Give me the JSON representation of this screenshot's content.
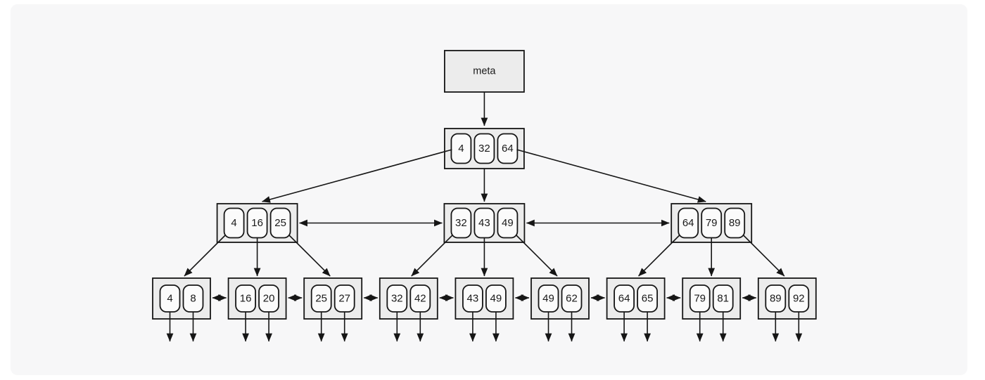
{
  "diagram": {
    "type": "b-plus-tree",
    "meta_label": "meta",
    "root": {
      "keys": [
        "4",
        "32",
        "64"
      ]
    },
    "internal_nodes": [
      {
        "keys": [
          "4",
          "16",
          "25"
        ]
      },
      {
        "keys": [
          "32",
          "43",
          "49"
        ]
      },
      {
        "keys": [
          "64",
          "79",
          "89"
        ]
      }
    ],
    "leaf_nodes": [
      {
        "keys": [
          "4",
          "8"
        ]
      },
      {
        "keys": [
          "16",
          "20"
        ]
      },
      {
        "keys": [
          "25",
          "27"
        ]
      },
      {
        "keys": [
          "32",
          "42"
        ]
      },
      {
        "keys": [
          "43",
          "49"
        ]
      },
      {
        "keys": [
          "49",
          "62"
        ]
      },
      {
        "keys": [
          "64",
          "65"
        ]
      },
      {
        "keys": [
          "79",
          "81"
        ]
      },
      {
        "keys": [
          "89",
          "92"
        ]
      }
    ],
    "links": {
      "meta_to_root": true,
      "root_to_internal": true,
      "internal_sibling_double_arrows": true,
      "internal_to_leaf": true,
      "leaf_sibling_double_arrows": true,
      "record_pointer_arrow_per_leaf_key": true
    },
    "colors": {
      "page_background": "#ffffff",
      "canvas_background": "#f7f7f8",
      "node_fill": "#ececec",
      "cell_fill": "#fbfbfb",
      "stroke": "#161616",
      "text": "#1a1a1a"
    }
  }
}
